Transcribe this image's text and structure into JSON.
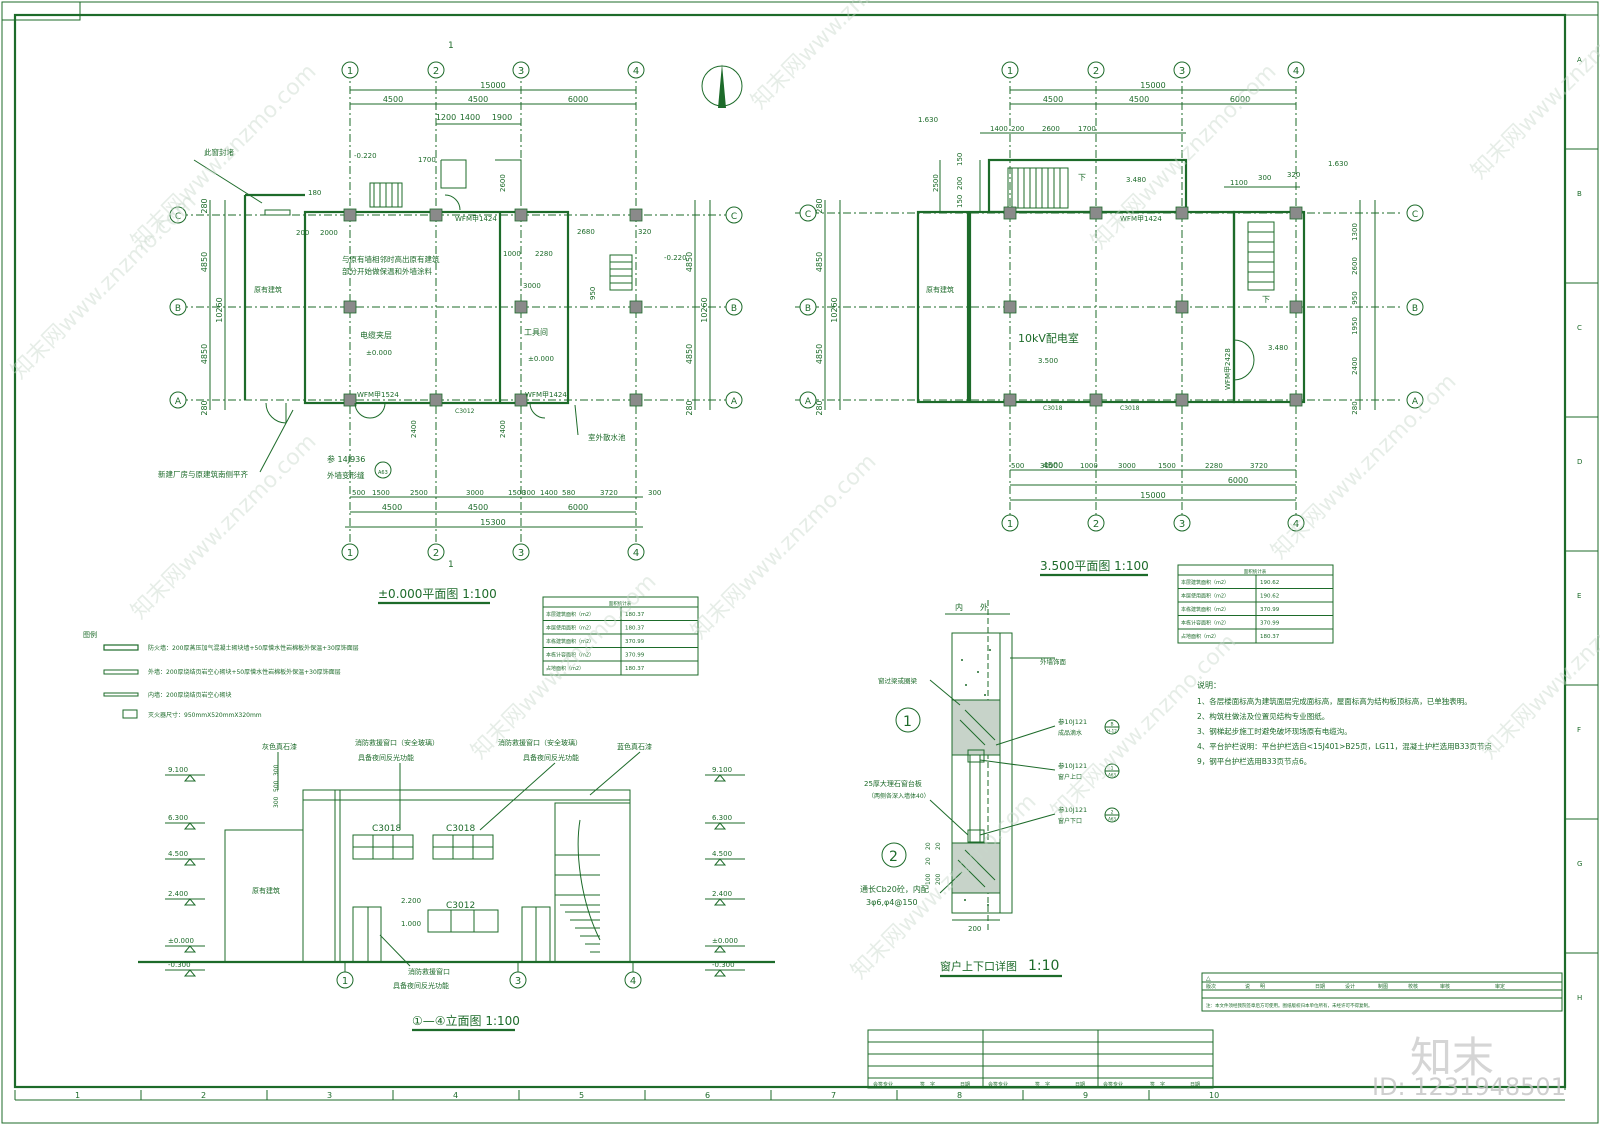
{
  "colors": {
    "line": "#1d6b2a",
    "watermark": "#c9d9cc",
    "background": "#ffffff"
  },
  "plan1": {
    "title": "±0.000平面图  1:100",
    "axes_num": [
      "1",
      "2",
      "3",
      "4"
    ],
    "axes_letter": [
      "A",
      "B",
      "C"
    ],
    "dim_top_total": "15000",
    "dim_top": [
      "4500",
      "4500",
      "6000"
    ],
    "dim_top_sub": [
      "1200",
      "1400",
      "1900"
    ],
    "dim_bot_total": "15300",
    "dim_bot": [
      "4500",
      "4500",
      "6000"
    ],
    "dim_bot_sub": [
      "500",
      "1500",
      "2500",
      "3000",
      "1500",
      "300",
      "1400",
      "580",
      "3720",
      "300"
    ],
    "dim_left": [
      "280",
      "4850",
      "10260",
      "4850",
      "280"
    ],
    "dim_right": [
      "4850",
      "10260",
      "4850",
      "280"
    ],
    "rooms": [
      "电缆夹层",
      "工具间",
      "原有建筑"
    ],
    "levels": [
      "±0.000",
      "±0.000",
      "-0.220",
      "-0.220"
    ],
    "notes": [
      "此窗封堵",
      "与原有墙相邻时高出原有建筑",
      "部分开始做保温和外墙涂料",
      "新建厂房与原建筑南侧平齐",
      "室外散水池",
      "外墙变形缝",
      "参 14J936"
    ],
    "door_tags": [
      "WFM甲1424",
      "WFM甲1524",
      "WFM甲1424",
      "C3012"
    ],
    "misc_dims": [
      "1700",
      "180",
      "200",
      "2000",
      "1000",
      "2280",
      "3000",
      "2680",
      "320",
      "950",
      "2600",
      "2400",
      "2400"
    ],
    "section_mark": "1",
    "detail_ref": "A63"
  },
  "plan2": {
    "title": "3.500平面图  1:100",
    "axes_num": [
      "1",
      "2",
      "3",
      "4"
    ],
    "axes_letter": [
      "A",
      "B",
      "C"
    ],
    "dim_top_total": "15000",
    "dim_top": [
      "4500",
      "4500",
      "6000"
    ],
    "dim_top_sub": [
      "1400",
      "200",
      "2600",
      "1700",
      "1100",
      "300",
      "320"
    ],
    "dim_bot_total": "15000",
    "dim_bot": [
      "4500",
      "6000"
    ],
    "dim_bot_sub": [
      "500",
      "3000",
      "1000",
      "3000",
      "1500",
      "2280",
      "3720"
    ],
    "dim_left": [
      "280",
      "4850",
      "10260",
      "4850",
      "280"
    ],
    "dim_right": [
      "1300",
      "2600",
      "950",
      "1950",
      "2400",
      "280"
    ],
    "rooms": [
      "10kV配电室",
      "原有建筑"
    ],
    "levels": [
      "1.630",
      "1.630",
      "3.480",
      "3.480",
      "3.500"
    ],
    "door_tags": [
      "WFM甲1424",
      "WFM甲2428",
      "C3018",
      "C3018"
    ],
    "misc_dims": [
      "2500",
      "150",
      "200",
      "150"
    ],
    "stair_label": "下"
  },
  "area_table1": {
    "header": "面积统计表",
    "rows": [
      [
        "本层建筑面积（m2）",
        "180.37"
      ],
      [
        "本层使用面积（m2）",
        "180.37"
      ],
      [
        "本栋建筑面积（m2）",
        "370.99"
      ],
      [
        "本栋计容面积（m2）",
        "370.99"
      ],
      [
        "占地面积（m2）",
        "180.37"
      ]
    ]
  },
  "area_table2": {
    "header": "面积统计表",
    "rows": [
      [
        "本层建筑面积（m2）",
        "190.62"
      ],
      [
        "本层使用面积（m2）",
        "190.62"
      ],
      [
        "本栋建筑面积（m2）",
        "370.99"
      ],
      [
        "本栋计容面积（m2）",
        "370.99"
      ],
      [
        "占地面积（m2）",
        "180.37"
      ]
    ]
  },
  "legend": {
    "title": "图例",
    "items": [
      "防火墙：200厚蒸压加气混凝土砌块墙+50厚憎水性岩棉板外保温+30厚饰面层",
      "外墙：200厚烧结页岩空心砌块+50厚憎水性岩棉板外保温+30厚饰面层",
      "内墙：200厚烧结页岩空心砌块",
      "灭火器尺寸：950mmX520mmX320mm"
    ]
  },
  "elevation": {
    "title": "①—④立面图  1:100",
    "levels": [
      "9.100",
      "6.300",
      "4.500",
      "2.400",
      "±0.000",
      "-0.300"
    ],
    "levels_right": [
      "9.100",
      "6.300",
      "4.500",
      "2.400",
      "±0.000",
      "-0.300"
    ],
    "labels": [
      "灰色真石漆",
      "消防救援窗口（安全玻璃）",
      "具备夜间反光功能",
      "消防救援窗口（安全玻璃）",
      "具备夜间反光功能",
      "蓝色真石漆",
      "原有建筑",
      "消防救援窗口",
      "具备夜间反光功能"
    ],
    "window_tags": [
      "C3018",
      "C3018",
      "C3012"
    ],
    "mid_levels": [
      "2.200",
      "1.000"
    ],
    "side_dims": [
      "300",
      "500",
      "300"
    ],
    "axes": [
      "1",
      "3",
      "4"
    ]
  },
  "detail": {
    "title": "窗户上下口详图",
    "scale": "1:10",
    "in_label": "内",
    "out_label": "外",
    "labels": [
      "外墙饰面",
      "窗过梁或圈梁",
      "参10J121",
      "成品滴水",
      "参10J121",
      "窗户上口",
      "参10J121",
      "窗户下口",
      "25厚大理石窗台板",
      "（两侧各深入墙体40）",
      "通长Cb20砼，内配",
      "3φ6,φ4@150"
    ],
    "dims": [
      "20",
      "20",
      "20",
      "100",
      "200",
      "200"
    ],
    "marks": [
      "1",
      "2"
    ],
    "refs": [
      "B",
      "H-12",
      "1",
      "A63",
      "2",
      "A63"
    ]
  },
  "notes": {
    "title": "说明：",
    "items": [
      "1、各层楼面标高为建筑面层完成面标高，屋面标高为结构板顶标高，已单独表明。",
      "2、构筑柱做法及位置见结构专业图纸。",
      "3、钢梯起步施工时避免破坏现场原有电缆沟。",
      "4、平台护栏说明：平台护栏选自<15J401>B25页，LG11，混凝土护栏选用B33页节点",
      "9，钢平台护栏选用B33页节点6。"
    ]
  },
  "title_block": {
    "mark": "△",
    "headers": [
      "版次",
      "说　　明",
      "日期",
      "设计",
      "制图",
      "校核",
      "审核",
      "审定"
    ],
    "footer": [
      "会签专业",
      "签　字",
      "日期",
      "会签专业",
      "签　字",
      "日期",
      "会签专业",
      "签　字",
      "日期"
    ],
    "fine_print": "注：本文件须经我院签章后方可使用。图纸版权归本单位所有，未经许可不得复制。"
  },
  "border": {
    "col_numbers": [
      "1",
      "2",
      "3",
      "4",
      "5",
      "6",
      "7",
      "8",
      "9",
      "10"
    ],
    "row_letters": [
      "A",
      "B",
      "C",
      "D",
      "E",
      "F",
      "G",
      "H"
    ]
  },
  "watermark": {
    "text": "知末网www.znzmo.com",
    "logo": "知末",
    "id": "ID: 1231948501"
  }
}
